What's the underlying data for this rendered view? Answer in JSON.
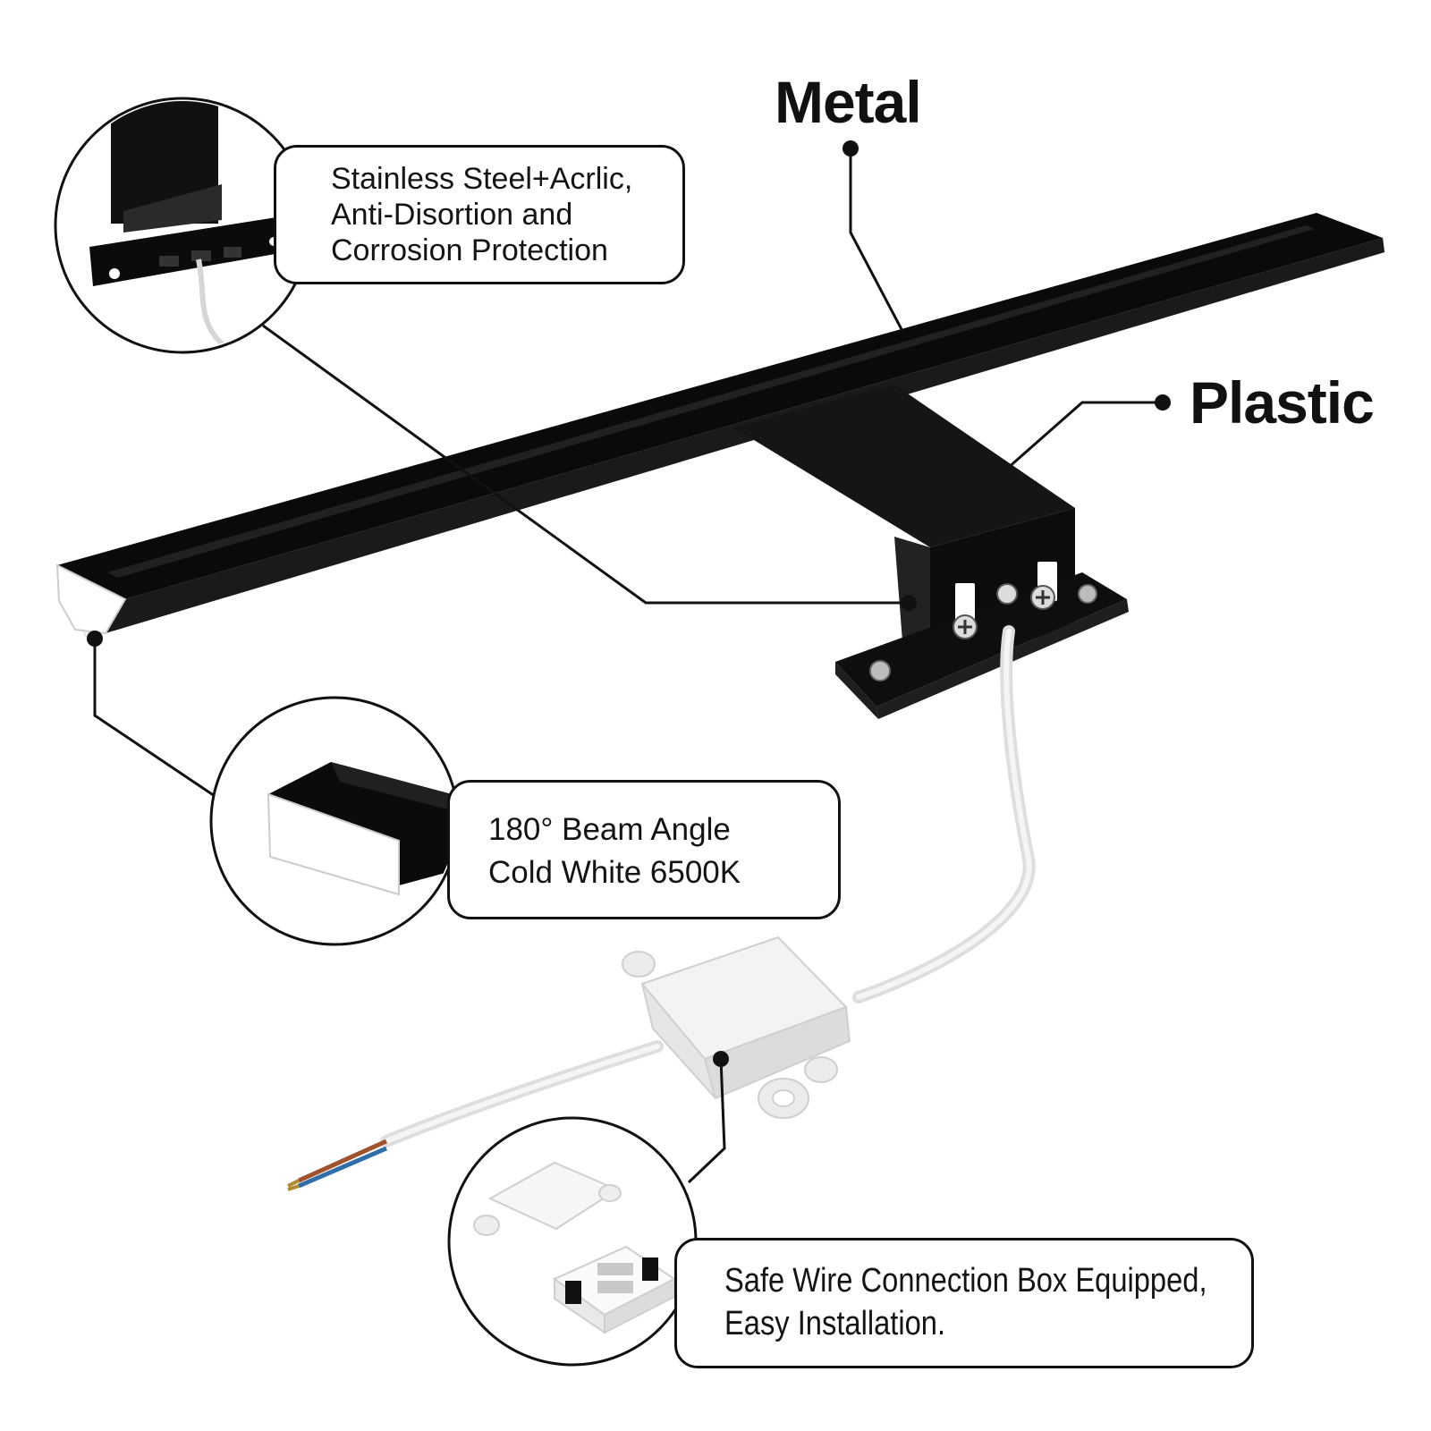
{
  "labels": {
    "metal": "Metal",
    "plastic": "Plastic"
  },
  "callouts": {
    "top": {
      "lines": [
        "Stainless Steel+Acrlic,",
        "Anti-Disortion and",
        "Corrosion Protection"
      ]
    },
    "middle": {
      "lines": [
        "180° Beam Angle",
        "Cold White 6500K"
      ]
    },
    "bottom": {
      "lines": [
        "Safe Wire Connection Box Equipped,",
        "Easy Installation."
      ]
    }
  },
  "colors": {
    "background": "#ffffff",
    "lamp_body": "#0b0b0b",
    "lamp_highlight": "#3a3a3a",
    "led_diffuser": "#ffffff",
    "cable": "#e3e3e3",
    "junction_box": "#f1f1f1",
    "leader_line": "#111111"
  }
}
